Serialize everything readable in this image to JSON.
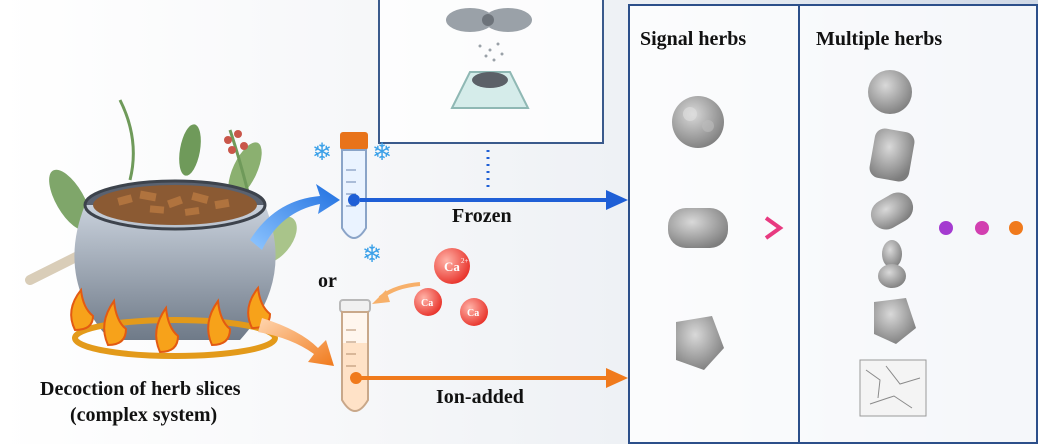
{
  "labels": {
    "signal_title": "Signal herbs",
    "multiple_title": "Multiple herbs",
    "frozen": "Frozen",
    "ion_added": "Ion-added",
    "or": "or",
    "caption_line1": "Decoction of herb slices",
    "caption_line2": "(complex system)",
    "calcium_ion": "Ca",
    "calcium_charge": "2+"
  },
  "colors": {
    "frozen_arrow": "#1f5fd6",
    "ion_arrow": "#f07a1c",
    "panel_border": "#2c4f8a",
    "magenta_arrow": "#c33b8c",
    "dots": [
      "#a43bd0",
      "#d23fb0",
      "#f07a1c"
    ]
  },
  "icons": [
    "herb-pot-icon",
    "flame-icon",
    "snowflake-icon",
    "frozen-tube-icon",
    "ion-tube-icon",
    "calcium-ion-icon",
    "herb-particle-icon",
    "freeze-dryer-icon"
  ]
}
